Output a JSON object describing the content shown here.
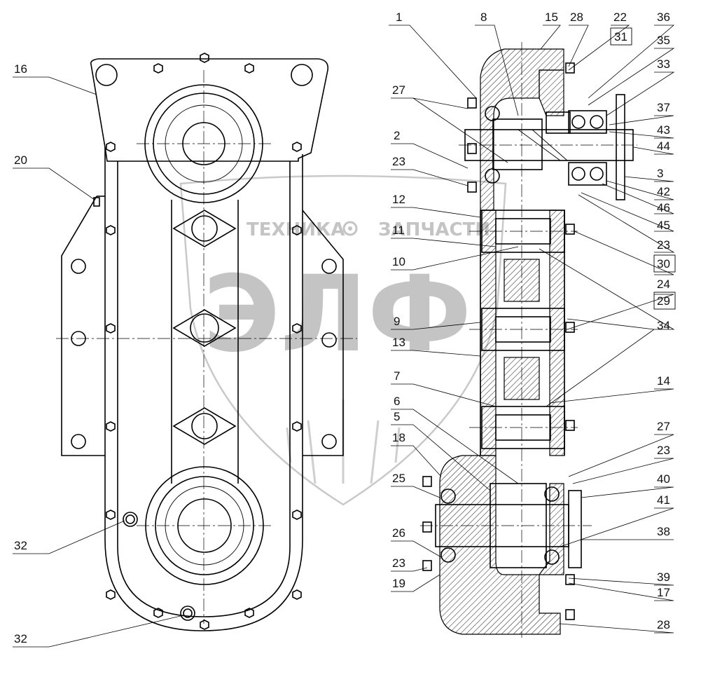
{
  "watermark": {
    "company_left": "ТЕХНИКА",
    "company_right": "ЗАПЧАСТИ",
    "monogram": "ЭЛФ",
    "gear_icon": "gear-icon",
    "wheat_icon": "wheat-icon"
  },
  "colors": {
    "line": "#000000",
    "watermark": "#c4c4c4",
    "background": "#ffffff"
  },
  "callouts": {
    "left_view": [
      "16",
      "20",
      "32",
      "32"
    ],
    "section_view": [
      "1",
      "8",
      "15",
      "28",
      "22",
      "31",
      "36",
      "35",
      "33",
      "27",
      "37",
      "43",
      "44",
      "2",
      "3",
      "23",
      "42",
      "46",
      "12",
      "45",
      "11",
      "23",
      "10",
      "30",
      "24",
      "29",
      "9",
      "34",
      "13",
      "7",
      "14",
      "6",
      "5",
      "27",
      "18",
      "23",
      "25",
      "40",
      "41",
      "26",
      "38",
      "23",
      "39",
      "19",
      "17",
      "28"
    ]
  }
}
